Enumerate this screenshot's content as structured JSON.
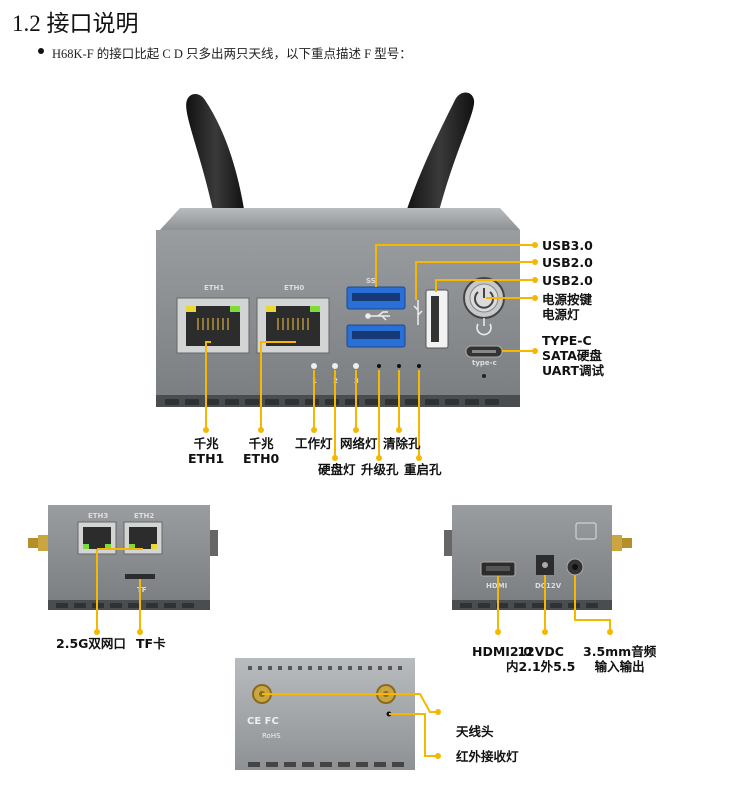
{
  "section": {
    "number": "1.2",
    "title": "接口说明"
  },
  "intro": "H68K-F 的接口比起 C D 只多出两只天线，以下重点描述 F 型号：",
  "front": {
    "port_marks": {
      "eth1": "ETH1",
      "eth0": "ETH0",
      "usb_mark": "SS",
      "typec_mark": "type-c"
    },
    "led_numbers": [
      "1",
      "2",
      "3"
    ],
    "labels": {
      "eth1": [
        "千兆",
        "ETH1"
      ],
      "eth0": [
        "千兆",
        "ETH0"
      ],
      "work_led": "工作灯",
      "network_led": "网络灯",
      "clear_hole": "清除孔",
      "hdd_led": "硬盘灯",
      "upgrade_hole": "升级孔",
      "restart_hole": "重启孔",
      "usb30": "USB3.0",
      "usb20a": "USB2.0",
      "usb20b": "USB2.0",
      "power": [
        "电源按键",
        "电源灯"
      ],
      "typec": [
        "TYPE-C",
        "SATA硬盘",
        "UART调试"
      ]
    }
  },
  "side_left": {
    "port_marks": {
      "eth3": "ETH3",
      "eth2": "ETH2",
      "tf": "TF"
    },
    "labels": {
      "dual": "2.5G双网口",
      "tf": "TF卡"
    }
  },
  "side_right": {
    "port_marks": {
      "hdmi": "HDMI",
      "dc": "DC12V"
    },
    "labels": {
      "hdmi": "HDMI2.0",
      "dc": [
        "12VDC",
        "内2.1外5.5"
      ],
      "audio": [
        "3.5mm音频",
        "输入输出"
      ]
    }
  },
  "top": {
    "cert": {
      "ce_fc": "CE FC",
      "rohs": "RoHS"
    },
    "labels": {
      "antenna": "天线头",
      "ir": "红外接收灯"
    }
  },
  "colors": {
    "callout": "#f5b700",
    "case": "#8d9093",
    "case_dark": "#5c5f62",
    "case_light": "#a9acaf",
    "usb_blue": "#2a6fd6",
    "rj45_green": "#7ddc3a",
    "rj45_yellow": "#e9d83a"
  }
}
